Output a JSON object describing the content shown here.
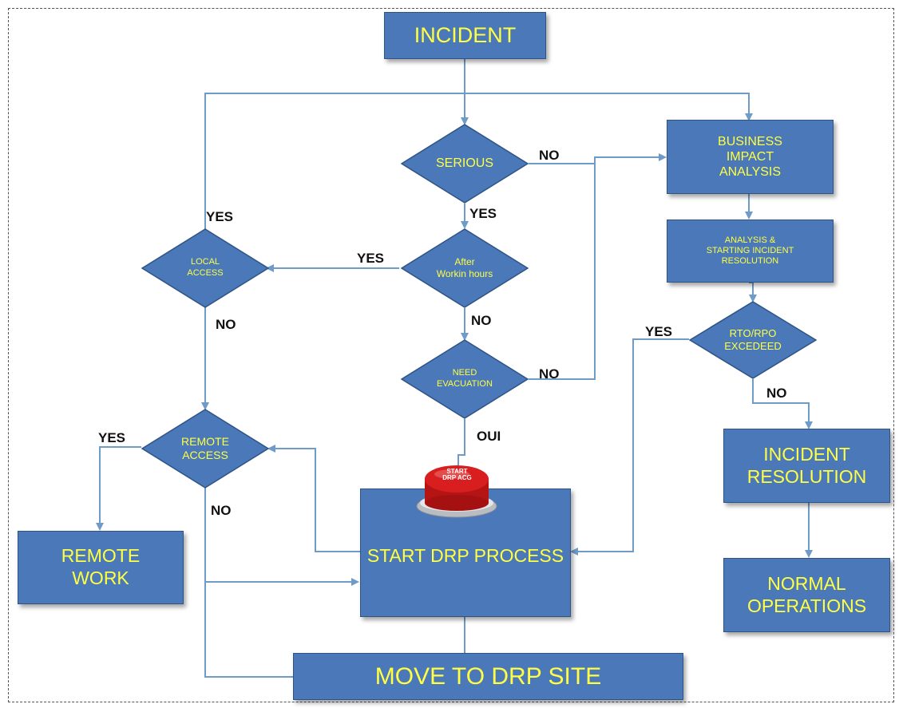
{
  "nodes": {
    "incident": "INCIDENT",
    "serious": "SERIOUS",
    "after_hours": [
      "After",
      "Workin hours"
    ],
    "need_evacuation": [
      "NEED",
      "EVACUATION"
    ],
    "local_access": [
      "LOCAL",
      "ACCESS"
    ],
    "remote_access": [
      "REMOTE",
      "ACCESS"
    ],
    "business_impact": [
      "BUSINESS",
      "IMPACT",
      "ANALYSIS"
    ],
    "analysis_resolution": [
      "ANALYSIS &",
      "STARTING INCIDENT",
      "RESOLUTION"
    ],
    "rto_rpo": [
      "RTO/RPO",
      "EXCEDEED"
    ],
    "incident_resolution": [
      "INCIDENT",
      "RESOLUTION"
    ],
    "normal_operations": [
      "NORMAL",
      "OPERATIONS"
    ],
    "remote_work": [
      "REMOTE",
      "WORK"
    ],
    "start_drp": "START DRP PROCESS",
    "move_drp": "MOVE TO DRP SITE",
    "button_text": [
      "START",
      "DRP ACG"
    ]
  },
  "labels": {
    "serious_no": "NO",
    "serious_yes": "YES",
    "local_yes": "YES",
    "after_yes": "YES",
    "local_no": "NO",
    "after_no": "NO",
    "evac_no": "NO",
    "evac_oui": "OUI",
    "rto_yes": "YES",
    "rto_no": "NO",
    "remote_yes": "YES",
    "remote_no": "NO"
  },
  "colors": {
    "box_fill": "#4a78b8",
    "box_text": "#ffff44",
    "edge": "#6f9bc8",
    "button_red": "#d81e1e"
  }
}
